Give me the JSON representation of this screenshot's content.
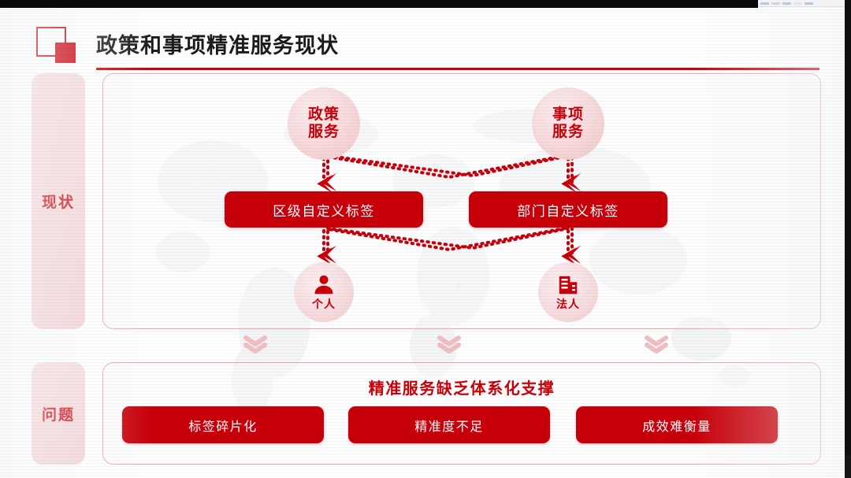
{
  "header": {
    "title": "政策和事项精准服务现状",
    "logo_icon": "square-outline-with-filled-square-icon"
  },
  "rails": [
    {
      "label": "现状",
      "name": "rail-current-state"
    },
    {
      "label": "问题",
      "name": "rail-problems"
    }
  ],
  "diagram": {
    "sources": [
      {
        "label_line1": "政策",
        "label_line2": "服务",
        "name": "bubble-policy-service"
      },
      {
        "label_line1": "事项",
        "label_line2": "服务",
        "name": "bubble-matter-service"
      }
    ],
    "tags": [
      {
        "label": "区级自定义标签",
        "name": "tag-district-custom"
      },
      {
        "label": "部门自定义标签",
        "name": "tag-department-custom"
      }
    ],
    "targets": [
      {
        "label": "个人",
        "icon": "person-icon",
        "name": "bubble-individual"
      },
      {
        "label": "法人",
        "icon": "building-icon",
        "name": "bubble-legal-entity"
      }
    ],
    "connector_style": "dotted-crossing-arrows"
  },
  "flow_arrows": [
    {
      "icon": "double-chevron-down-icon"
    },
    {
      "icon": "double-chevron-down-icon"
    },
    {
      "icon": "double-chevron-down-icon"
    }
  ],
  "problems": {
    "title": "精准服务缺乏体系化支撑",
    "items": [
      {
        "label": "标签碎片化"
      },
      {
        "label": "精准度不足"
      },
      {
        "label": "成效难衡量"
      }
    ]
  },
  "colors": {
    "brand_red": "#C8000A",
    "rail_pink": "#F4D2D4",
    "panel_border": "#E6A8AC",
    "title_text": "#1B1B1B",
    "page_bg": "#FFFFFF"
  }
}
